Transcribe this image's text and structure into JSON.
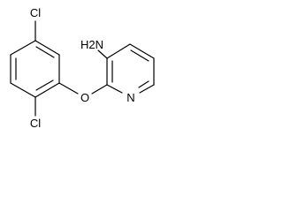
{
  "molecule": {
    "atoms": {
      "chlorine_top": "Cl",
      "chlorine_bottom": "Cl",
      "amine": "H2N",
      "ether_oxygen": "O",
      "pyridine_nitrogen": "N"
    }
  }
}
